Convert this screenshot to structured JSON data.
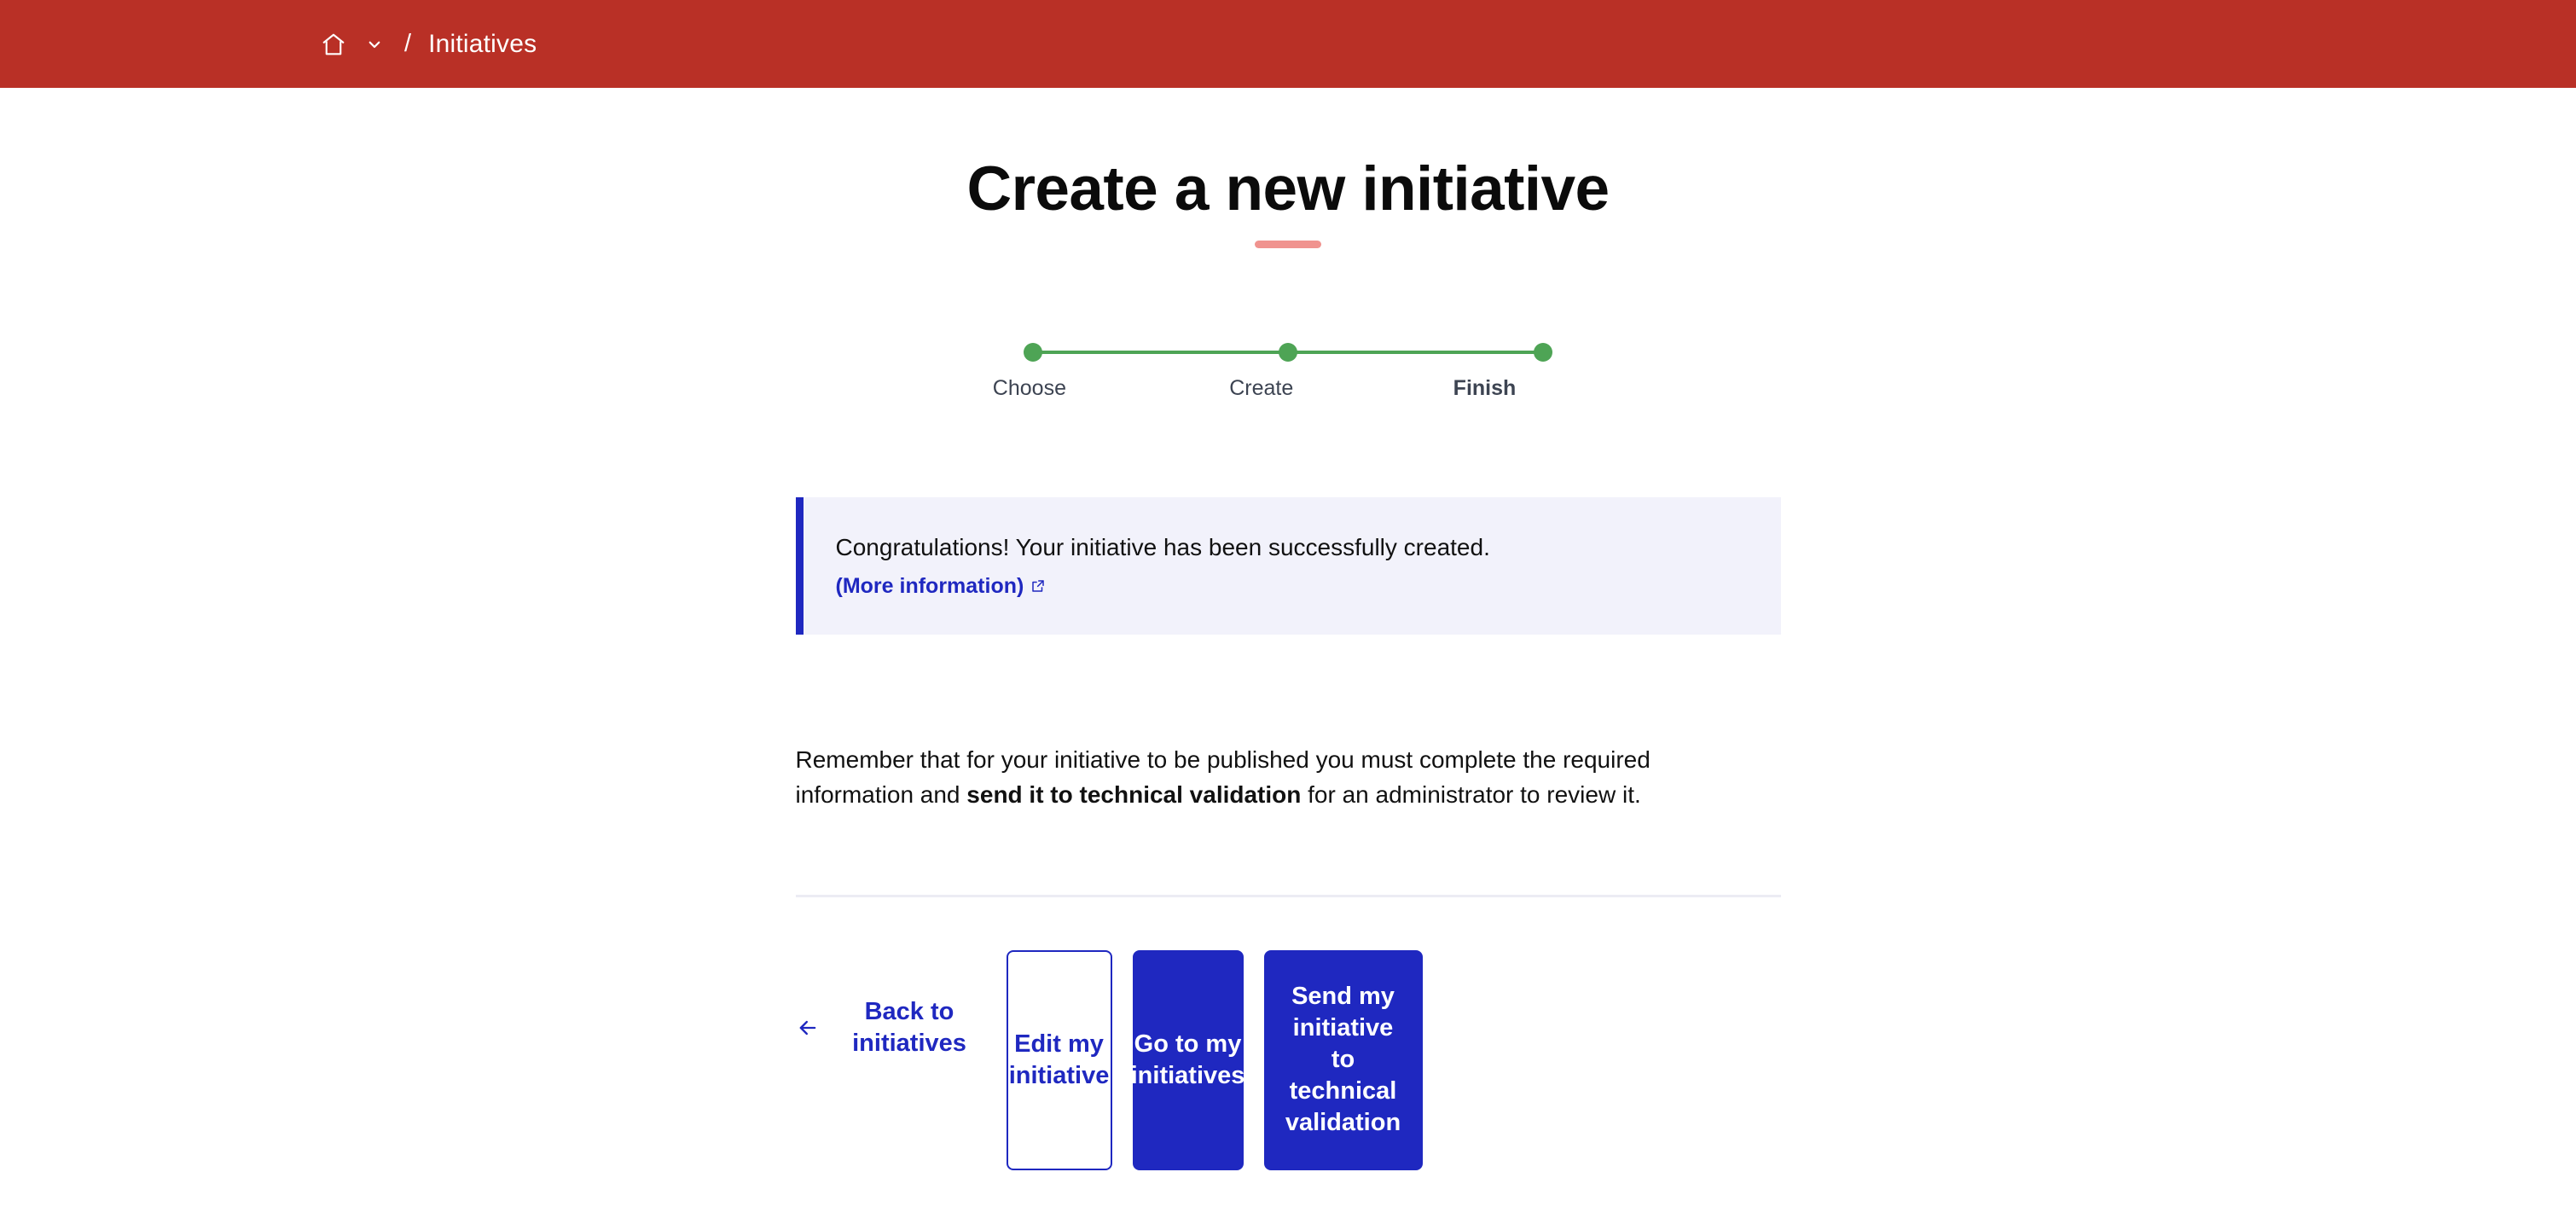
{
  "topbar": {
    "home_icon": "home-icon",
    "dropdown_icon": "chevron-down-icon",
    "separator": "/",
    "current_crumb": "Initiatives",
    "background_color": "#b93026"
  },
  "page": {
    "title": "Create a new initiative",
    "accent_color": "#f0938f"
  },
  "stepper": {
    "color": "#4ea455",
    "steps": [
      {
        "label": "Choose",
        "state": "complete"
      },
      {
        "label": "Create",
        "state": "complete"
      },
      {
        "label": "Finish",
        "state": "active"
      }
    ]
  },
  "callout": {
    "message": "Congratulations! Your initiative has been successfully created.",
    "link_label": "(More information)",
    "link_icon": "external-link-icon",
    "accent_color": "#1f28c0",
    "background_color": "#f2f2fb"
  },
  "note": {
    "part1": "Remember that for your initiative to be published you must complete the required information and ",
    "bold": "send it to technical validation",
    "part2": " for an administrator to review it."
  },
  "actions": {
    "back_icon": "arrow-left-icon",
    "back_label": "Back to initiatives",
    "edit_label": "Edit my initiative",
    "goto_label": "Go to my initiatives",
    "send_label": "Send my initiative to technical validation",
    "primary_color": "#1f28c0"
  }
}
